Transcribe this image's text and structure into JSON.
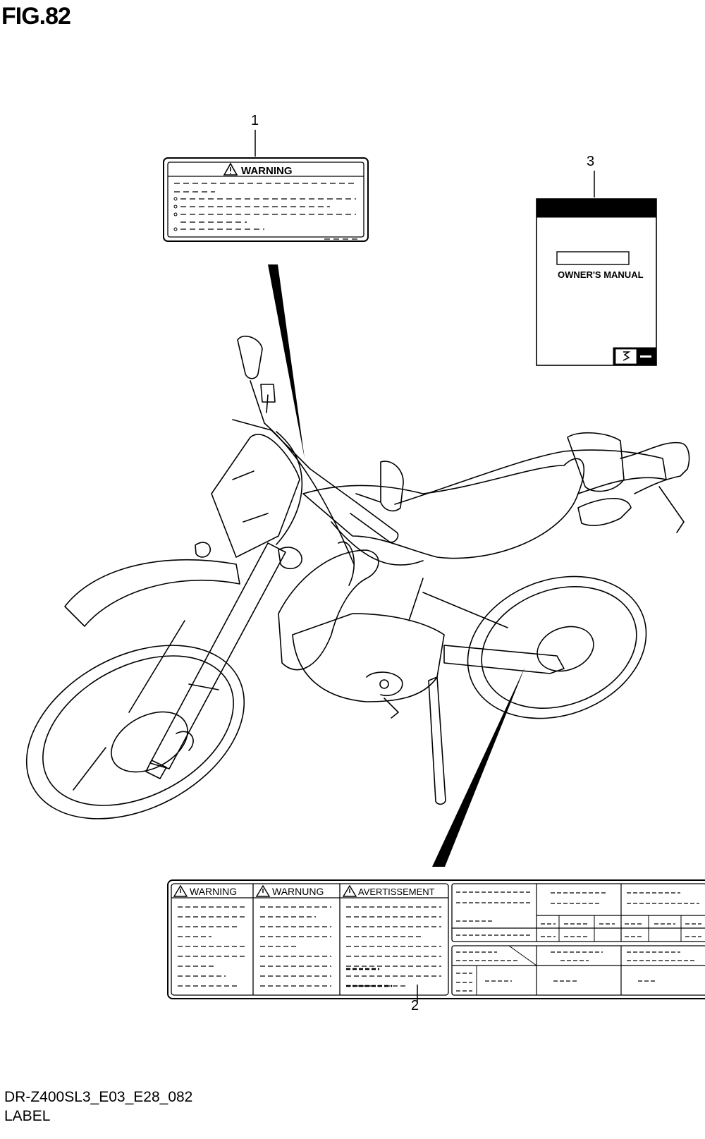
{
  "figure": {
    "title": "FIG.82",
    "model_code": "DR-Z400SL3_E03_E28_082",
    "section": "LABEL"
  },
  "callouts": [
    "1",
    "2",
    "3"
  ],
  "label_1": {
    "heading": "WARNING"
  },
  "label_2": {
    "panels": [
      "WARNING",
      "WARNUNG",
      "AVERTISSEMENT"
    ]
  },
  "label_3": {
    "title": "OWNER'S MANUAL"
  },
  "icons": [
    "warning-triangle-icon",
    "suzuki-logo-icon"
  ]
}
